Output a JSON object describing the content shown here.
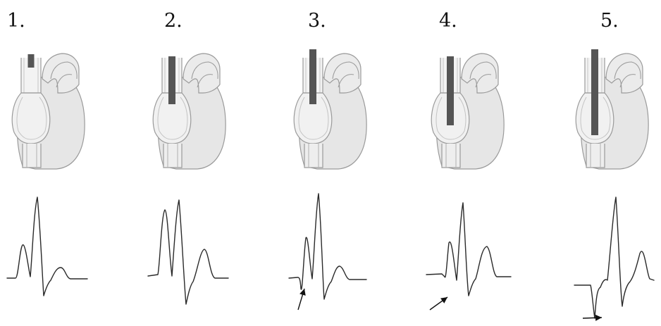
{
  "steps": [
    {
      "label": "1."
    },
    {
      "label": "2."
    },
    {
      "label": "3."
    },
    {
      "label": "4."
    },
    {
      "label": "5."
    }
  ],
  "colors": {
    "heart_fill": "#e6e6e6",
    "heart_stroke": "#9a9a9a",
    "catheter": "#555555",
    "trace": "#2a2a2a"
  },
  "icons": [
    "heart-icon",
    "catheter-icon",
    "arrow-icon"
  ]
}
